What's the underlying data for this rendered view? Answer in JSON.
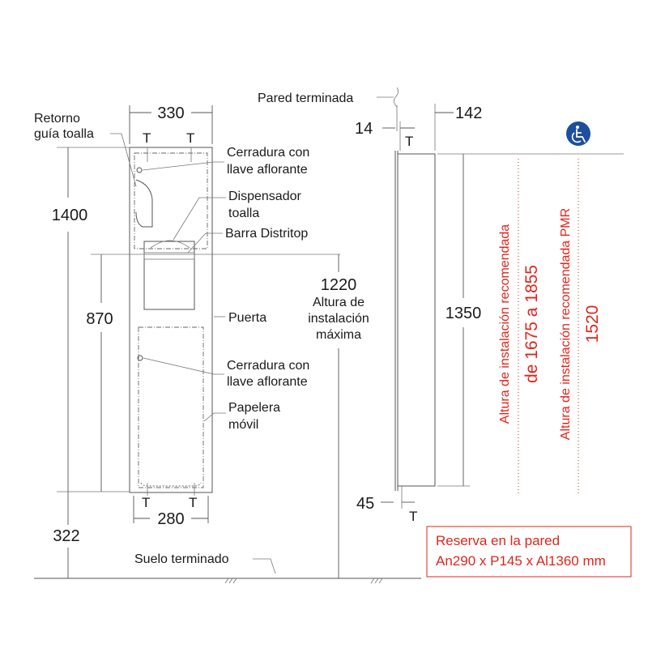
{
  "front": {
    "width_top": "330",
    "width_bottom": "280",
    "height_total": "1400",
    "height_lower": "870",
    "floor_offset": "322",
    "t_marks": [
      "T",
      "T",
      "T",
      "T"
    ],
    "labels": {
      "retorno_1": "Retorno",
      "retorno_2": "guía toalla",
      "cerradura_top_1": "Cerradura con",
      "cerradura_top_2": "llave aflorante",
      "dispensador_1": "Dispensador",
      "dispensador_2": "toalla",
      "barra": "Barra Distritop",
      "puerta": "Puerta",
      "cerradura_bottom_1": "Cerradura con",
      "cerradura_bottom_2": "llave aflorante",
      "papelera_1": "Papelera",
      "papelera_2": "móvil",
      "max_height_value": "1220",
      "max_height_1": "Altura de",
      "max_height_2": "instalación",
      "max_height_3": "máxima",
      "suelo": "Suelo terminado"
    }
  },
  "side": {
    "pared": "Pared terminada",
    "depth": "142",
    "flange": "14",
    "bottom_offset": "45",
    "height": "1350",
    "t_marks": [
      "T",
      "T"
    ]
  },
  "recommended": {
    "rec_label": "Altura de instalación recomendada",
    "rec_value": "de 1675 a 1855",
    "pmr_label": "Altura de instalación recomendada PMR",
    "pmr_value": "1520",
    "accessibility_icon": "wheelchair-icon",
    "color": "#e1251b"
  },
  "reserve": {
    "line1": "Reserva en la pared",
    "line2": "An290 x P145 x Al1360 mm"
  },
  "colors": {
    "accent": "#e1251b",
    "icon_bg": "#1d4f9c"
  }
}
